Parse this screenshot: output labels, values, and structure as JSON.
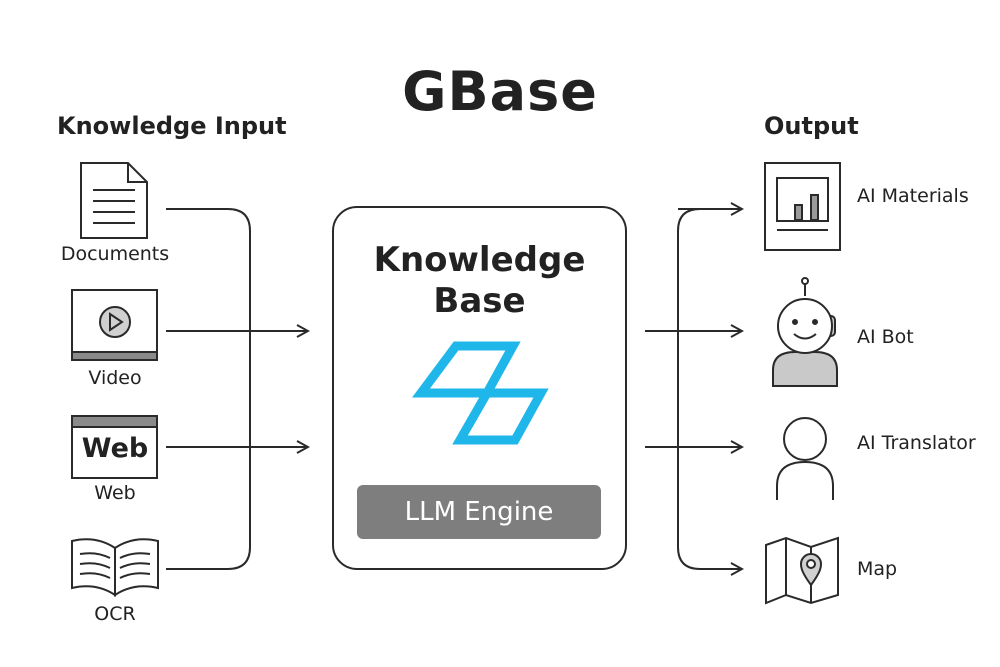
{
  "title": "GBase",
  "input_section": "Knowledge Input",
  "output_section": "Output",
  "inputs": [
    {
      "label": "Documents",
      "icon": "document-icon"
    },
    {
      "label": "Video",
      "icon": "video-icon"
    },
    {
      "label": "Web",
      "icon": "web-icon",
      "icon_text": "Web"
    },
    {
      "label": "OCR",
      "icon": "book-icon"
    }
  ],
  "center": {
    "title_line1": "Knowledge",
    "title_line2": "Base",
    "engine": "LLM Engine",
    "logo_color": "#1fb6ea"
  },
  "outputs": [
    {
      "label": "AI Materials",
      "icon": "chart-report-icon"
    },
    {
      "label": "AI Bot",
      "icon": "robot-icon"
    },
    {
      "label": "AI Translator",
      "icon": "person-icon"
    },
    {
      "label": "Map",
      "icon": "map-pin-icon"
    }
  ],
  "colors": {
    "line": "#2a2a2a",
    "engine_bg": "#7e7e7e",
    "accent": "#1fb6ea",
    "robot_fill": "#c9c9c9"
  }
}
